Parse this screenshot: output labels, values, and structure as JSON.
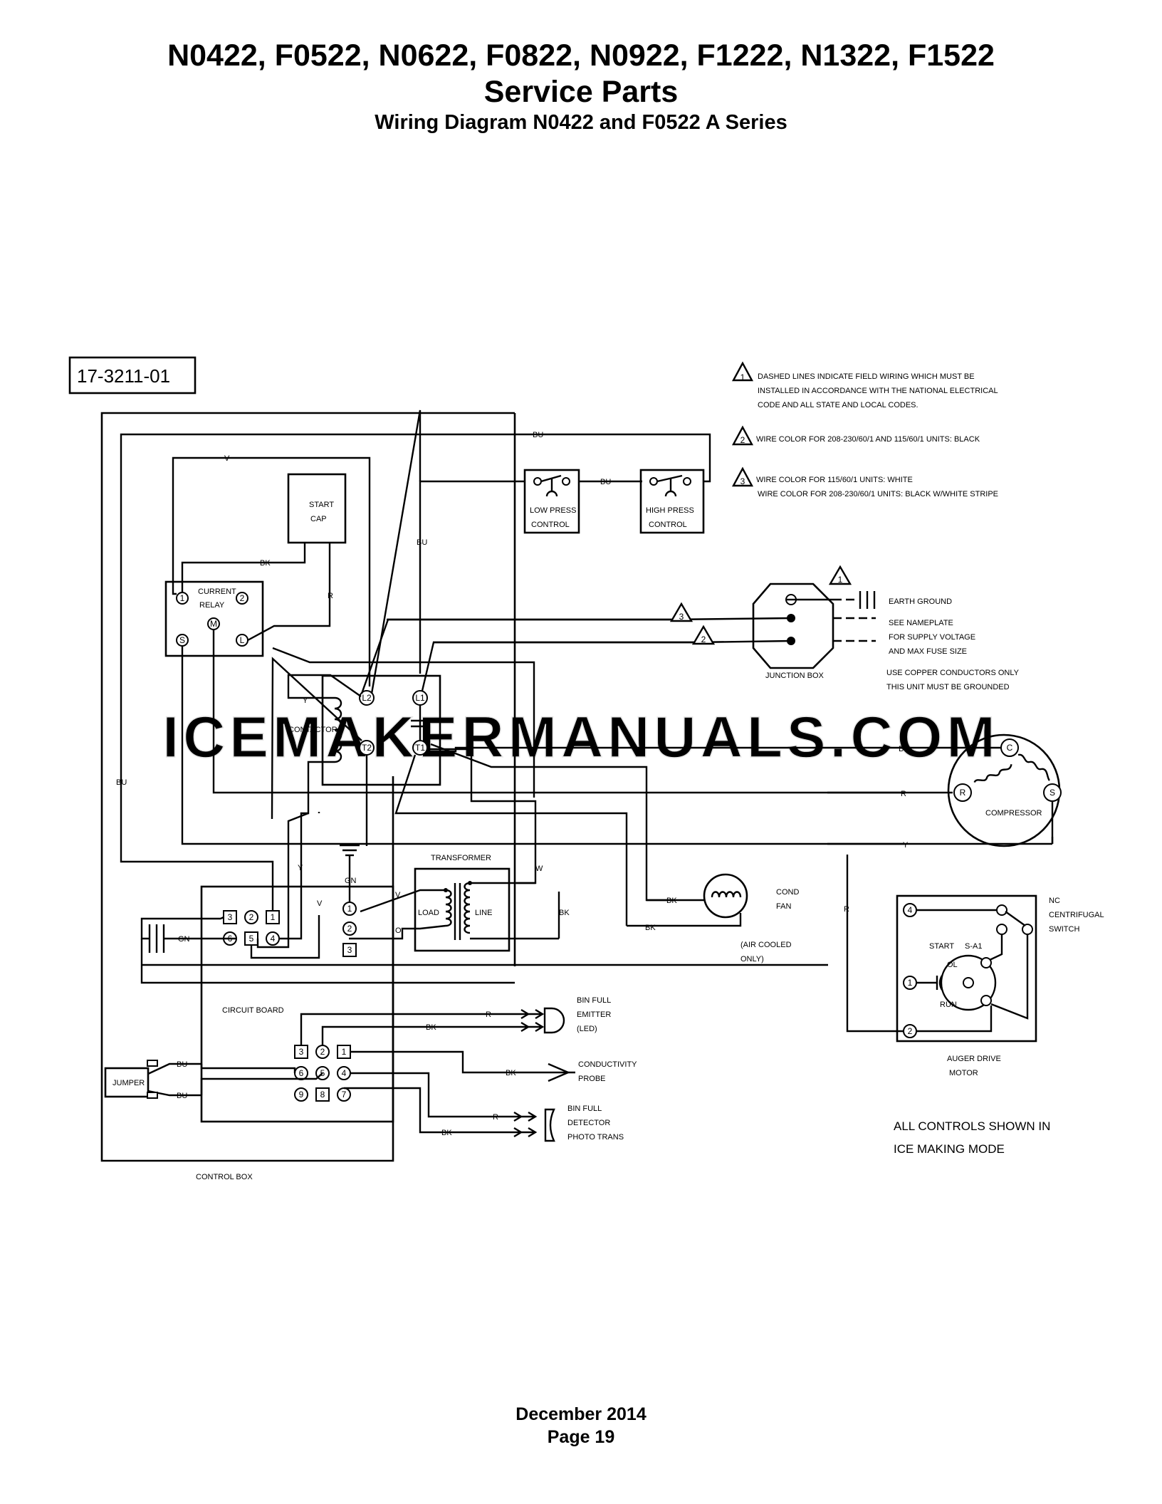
{
  "header": {
    "models": "N0422, F0522, N0622, F0822, N0922, F1222, N1322, F1522",
    "title": "Service Parts",
    "subtitle": "Wiring Diagram N0422 and F0522 A Series"
  },
  "footer": {
    "date": "December 2014",
    "page": "Page 19"
  },
  "diagram": {
    "part_number": "17-3211-01",
    "watermark": "ICEMAKERMANUALS.COM",
    "notes": [
      {
        "num": "1",
        "lines": [
          "DASHED LINES INDICATE FIELD WIRING WHICH MUST BE",
          "INSTALLED IN ACCORDANCE WITH THE NATIONAL ELECTRICAL",
          "CODE AND ALL STATE AND LOCAL CODES."
        ]
      },
      {
        "num": "2",
        "lines": [
          "WIRE COLOR FOR 208-230/60/1 AND 115/60/1 UNITS: BLACK"
        ]
      },
      {
        "num": "3",
        "lines": [
          "WIRE COLOR FOR 115/60/1 UNITS: WHITE",
          "WIRE COLOR FOR 208-230/60/1 UNITS: BLACK W/WHITE STRIPE"
        ]
      }
    ],
    "components": {
      "start_cap": [
        "START",
        "CAP"
      ],
      "current_relay": [
        "CURRENT",
        "RELAY"
      ],
      "low_press": [
        "LOW PRESS",
        "CONTROL"
      ],
      "high_press": [
        "HIGH PRESS",
        "CONTROL"
      ],
      "contactor": "CONTACTOR",
      "junction_box": "JUNCTION BOX",
      "earth_ground": "EARTH GROUND",
      "nameplate": [
        "SEE NAMEPLATE",
        "FOR SUPPLY VOLTAGE",
        "AND MAX FUSE SIZE"
      ],
      "copper": [
        "USE COPPER CONDUCTORS ONLY",
        "THIS UNIT MUST BE GROUNDED"
      ],
      "compressor": "COMPRESSOR",
      "transformer": "TRANSFORMER",
      "load": "LOAD",
      "line": "LINE",
      "cond_fan": [
        "COND",
        "FAN"
      ],
      "air_cooled": [
        "(AIR COOLED",
        "ONLY)"
      ],
      "centrifugal": [
        "NC",
        "CENTRIFUGAL",
        "SWITCH"
      ],
      "start": "START",
      "sa1": "S-A1",
      "ol": "OL",
      "run": "RUN",
      "auger": [
        "AUGER DRIVE",
        "MOTOR"
      ],
      "circuit_board": "CIRCUIT BOARD",
      "jumper": "JUMPER",
      "control_box": "CONTROL BOX",
      "emitter": [
        "BIN FULL",
        "EMITTER",
        "(LED)"
      ],
      "probe": [
        "CONDUCTIVITY",
        "PROBE"
      ],
      "detector": [
        "BIN FULL",
        "DETECTOR",
        "PHOTO TRANS"
      ],
      "all_controls": [
        "ALL CONTROLS SHOWN IN",
        "ICE MAKING MODE"
      ]
    },
    "terminals": {
      "relay_1": "1",
      "relay_2": "2",
      "relay_s": "S",
      "relay_m": "M",
      "relay_l": "L",
      "l2": "L2",
      "l1": "L1",
      "t2": "T2",
      "t1": "T1",
      "comp_c": "C",
      "comp_r": "R",
      "comp_s": "S",
      "tri_1": "1",
      "tri_2": "2",
      "tri_3": "3",
      "auger_4": "4",
      "auger_1": "1",
      "auger_2": "2"
    },
    "board_pins_top": [
      "3",
      "2",
      "1",
      "6",
      "5",
      "4"
    ],
    "board_pins_mid": [
      "1",
      "2",
      "3"
    ],
    "board_pins_low": [
      "3",
      "2",
      "1",
      "6",
      "5",
      "4",
      "9",
      "8",
      "7"
    ],
    "wire_labels": {
      "bu": "BU",
      "v": "V",
      "bk": "BK",
      "r": "R",
      "y": "Y",
      "w": "W",
      "gn": "GN",
      "o": "O"
    }
  }
}
